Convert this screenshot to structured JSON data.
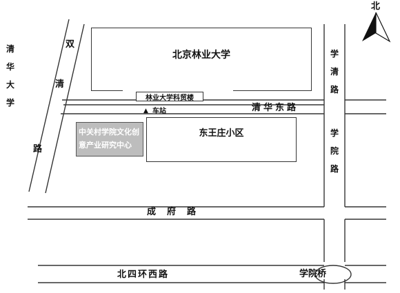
{
  "north": {
    "label": "北"
  },
  "blocks": {
    "bjfu": "北京林业大学",
    "science_building": "林业大学科贸楼",
    "dongwangzhuang": "东王庄小区",
    "zgc_center": "中关村学院文化创意产业研究中心"
  },
  "roads": {
    "tsinghua_univ": "清华大学",
    "shuangqing_rd": "双清路",
    "xueqing_rd": "学清路",
    "qinghua_east_rd": "清华东路",
    "xueyuan_rd": "学院路",
    "chengfu_rd": "成府路",
    "north_4th_ring_west": "北四环西路",
    "xueyuan_bridge": "学院桥"
  },
  "station": {
    "label": "车站"
  },
  "colors": {
    "center_fill": "#bdbdbd",
    "road_line": "#333333"
  }
}
